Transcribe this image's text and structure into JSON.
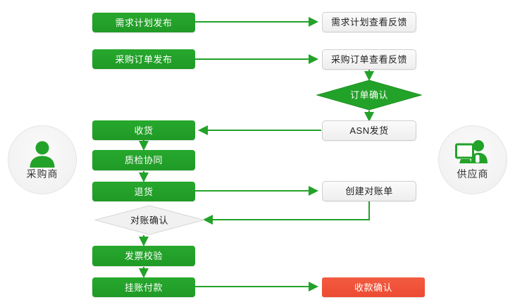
{
  "theme": {
    "green": "#23a229",
    "red": "#f0533a",
    "grey_box": "#f2f2f2",
    "grey_border": "#cfcfcf",
    "background": "#ffffff",
    "edge_color": "#23a229",
    "text_light": "#ffffff",
    "text_dark": "#222222"
  },
  "actors": {
    "left": {
      "label": "采购商",
      "icon": "user-icon"
    },
    "right": {
      "label": "供应商",
      "icon": "user-computer-icon"
    }
  },
  "nodes": {
    "demand_plan_publish": {
      "label": "需求计划发布",
      "shape": "process",
      "style": "green",
      "lane": "buyer"
    },
    "demand_plan_review": {
      "label": "需求计划查看反馈",
      "shape": "process",
      "style": "grey",
      "lane": "supplier"
    },
    "po_publish": {
      "label": "采购订单发布",
      "shape": "process",
      "style": "green",
      "lane": "buyer"
    },
    "po_review": {
      "label": "采购订单查看反馈",
      "shape": "process",
      "style": "grey",
      "lane": "supplier"
    },
    "order_confirm": {
      "label": "订单确认",
      "shape": "decision",
      "style": "green",
      "lane": "supplier"
    },
    "asn_shipment": {
      "label": "ASN发货",
      "shape": "process",
      "style": "grey",
      "lane": "supplier"
    },
    "goods_receipt": {
      "label": "收货",
      "shape": "process",
      "style": "green",
      "lane": "buyer"
    },
    "quality_collab": {
      "label": "质检协同",
      "shape": "process",
      "style": "green",
      "lane": "buyer"
    },
    "return_goods": {
      "label": "退货",
      "shape": "process",
      "style": "green",
      "lane": "buyer"
    },
    "create_statement": {
      "label": "创建对账单",
      "shape": "process",
      "style": "grey",
      "lane": "supplier"
    },
    "statement_confirm": {
      "label": "对账确认",
      "shape": "decision",
      "style": "grey",
      "lane": "buyer"
    },
    "invoice_check": {
      "label": "发票校验",
      "shape": "process",
      "style": "green",
      "lane": "buyer"
    },
    "payable_payment": {
      "label": "挂账付款",
      "shape": "process",
      "style": "green",
      "lane": "buyer"
    },
    "receipt_confirm": {
      "label": "收款确认",
      "shape": "process",
      "style": "red",
      "lane": "supplier"
    }
  },
  "edges": [
    {
      "from": "demand_plan_publish",
      "to": "demand_plan_review",
      "direction": "right"
    },
    {
      "from": "po_publish",
      "to": "po_review",
      "direction": "right"
    },
    {
      "from": "po_review",
      "to": "order_confirm",
      "direction": "down"
    },
    {
      "from": "order_confirm",
      "to": "asn_shipment",
      "direction": "down"
    },
    {
      "from": "asn_shipment",
      "to": "goods_receipt",
      "direction": "left"
    },
    {
      "from": "goods_receipt",
      "to": "quality_collab",
      "direction": "down"
    },
    {
      "from": "quality_collab",
      "to": "return_goods",
      "direction": "down"
    },
    {
      "from": "return_goods",
      "to": "create_statement",
      "direction": "right"
    },
    {
      "from": "create_statement",
      "to": "statement_confirm",
      "direction": "down-left"
    },
    {
      "from": "statement_confirm",
      "to": "invoice_check",
      "direction": "down"
    },
    {
      "from": "invoice_check",
      "to": "payable_payment",
      "direction": "down"
    },
    {
      "from": "payable_payment",
      "to": "receipt_confirm",
      "direction": "right"
    }
  ]
}
